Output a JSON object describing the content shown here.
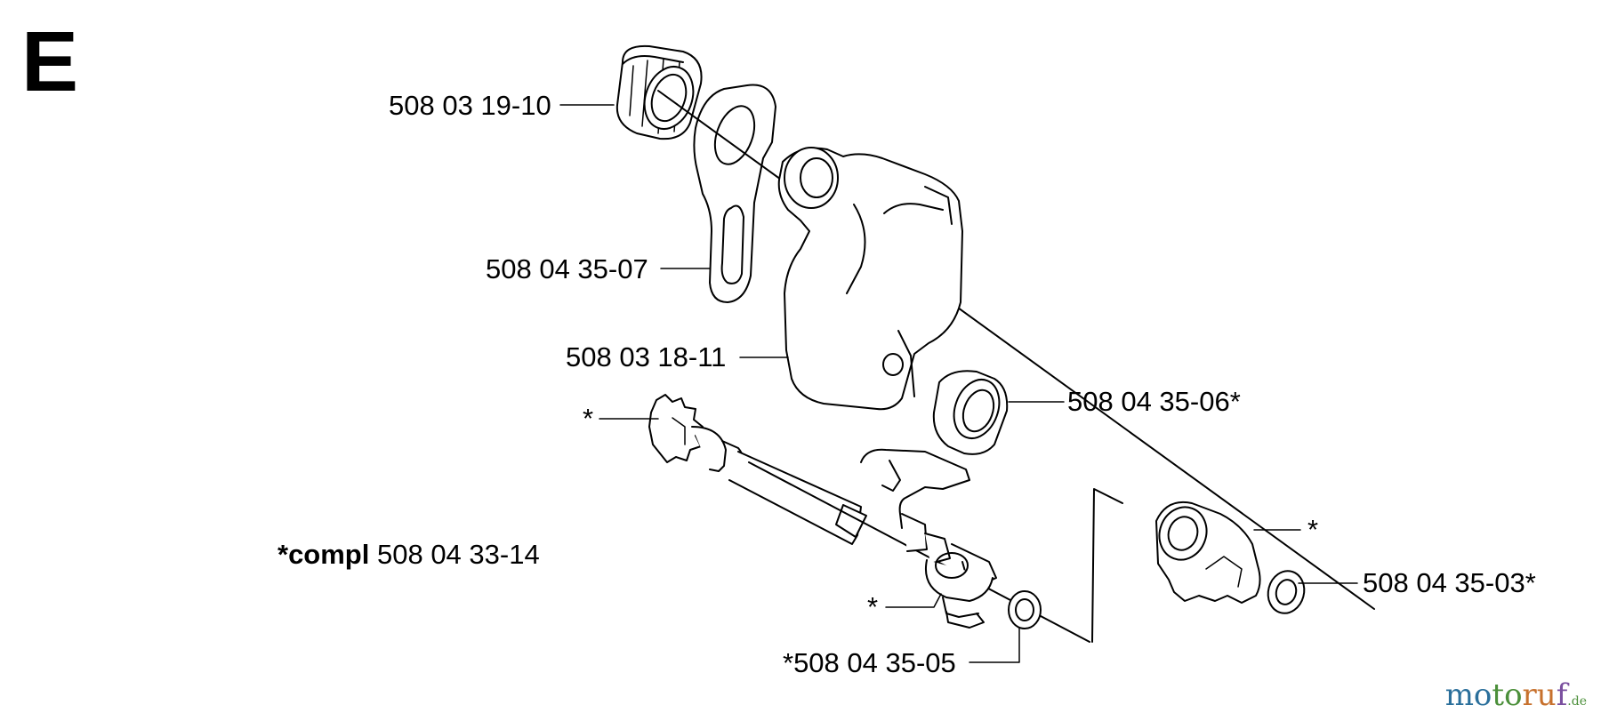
{
  "section": {
    "letter": "E"
  },
  "parts": {
    "knob": "508 03 19-10",
    "lever_plate": "508 04 35-07",
    "housing": "508 03 18-11",
    "bushing": "508 04 35-06*",
    "gear_shaft": "*",
    "compl_prefix": "*compl",
    "compl_number": "508 04 33-14",
    "pump_part": "*",
    "washer_small": "*508 04 35-05",
    "worm_gear": "*",
    "washer_right": "508 04 35-03*"
  },
  "watermark": {
    "part1": "mo",
    "part2": "to",
    "part3": "ru",
    "part4": "f",
    "tld": ".de"
  }
}
